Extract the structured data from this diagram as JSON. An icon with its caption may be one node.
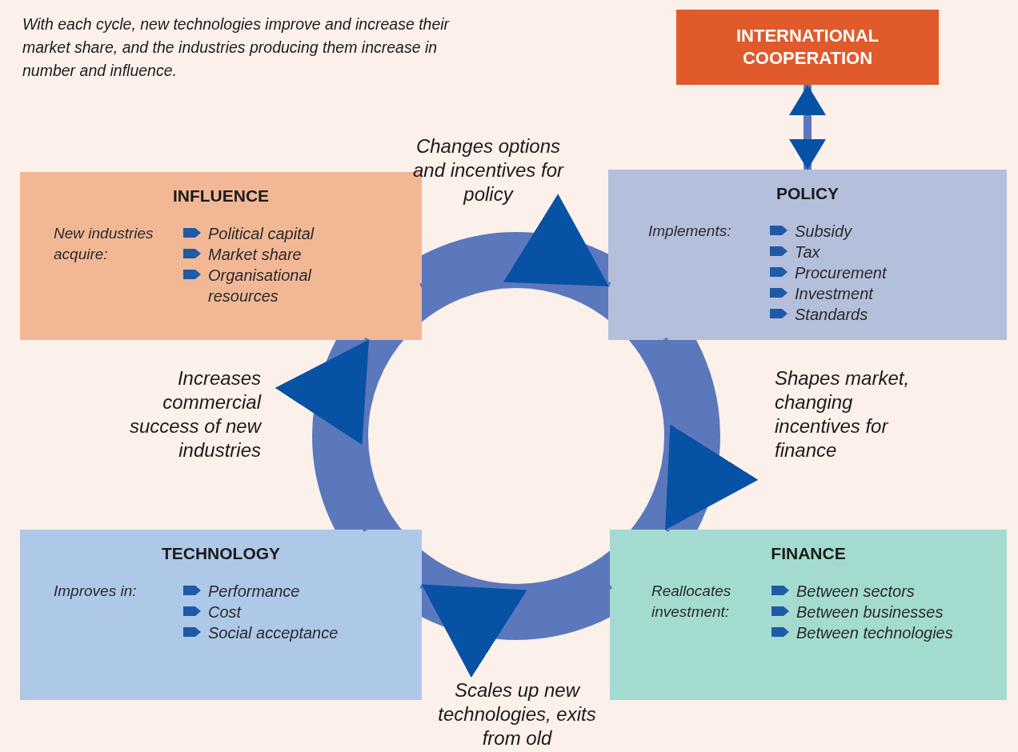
{
  "diagram": {
    "title": "With each cycle, new technologies improve and increase their market share, and the industries producing them increase in number and influence.",
    "nodes": [
      {
        "text": [
          "INTERNATIONAL COOPERATION"
        ]
      },
      {
        "text": [
          "INFLUENCE",
          "New industries acquire:",
          "Political capital",
          "Market share",
          "Organisational resources"
        ]
      },
      {
        "text": [
          "POLICY",
          "Implements:",
          "Subsidy",
          "Tax",
          "Procurement",
          "Investment",
          "Standards"
        ]
      },
      {
        "text": [
          "TECHNOLOGY",
          "Improves in:",
          "Performance",
          "Cost",
          "Social acceptance"
        ]
      },
      {
        "text": [
          "FINANCE",
          "Reallocates investment:",
          "Between sectors",
          "Between businesses",
          "Between technologies"
        ]
      }
    ],
    "edges": [
      {
        "from": 0,
        "to": 2,
        "arrow": "both"
      },
      {
        "from": 1,
        "to": 2,
        "arrow": "to",
        "label": "Changes options and incentives for policy"
      },
      {
        "from": 2,
        "to": 4,
        "arrow": "to",
        "label": "Shapes market, changing incentives for finance"
      },
      {
        "from": 4,
        "to": 3,
        "arrow": "to",
        "label": "Scales up new technologies, exits from old"
      },
      {
        "from": 3,
        "to": 1,
        "arrow": "to",
        "label": "Increases commercial success of new industries"
      }
    ]
  }
}
